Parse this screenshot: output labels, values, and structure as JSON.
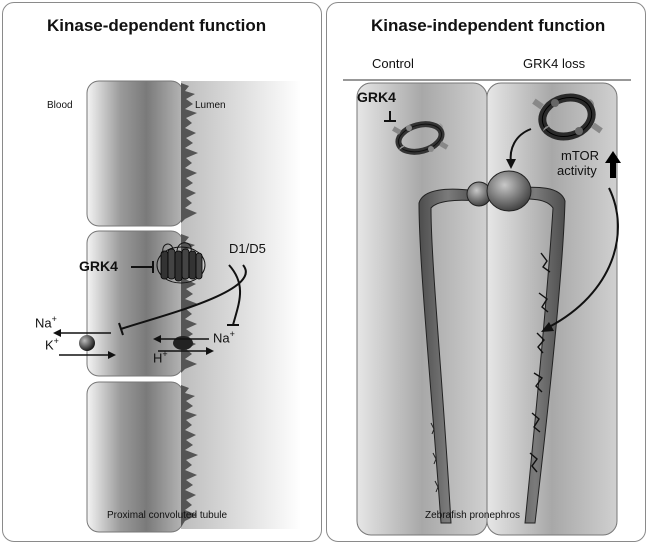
{
  "left_panel": {
    "title": "Kinase-dependent function",
    "blood_label": "Blood",
    "lumen_label": "Lumen",
    "grk4_label": "GRK4",
    "receptor_label": "D1/D5",
    "na_left": "Na",
    "k_label": "K",
    "na_right": "Na",
    "h_label": "H",
    "plus": "+",
    "footer": "Proximal convoluted tubule"
  },
  "right_panel": {
    "title": "Kinase-independent function",
    "control_label": "Control",
    "loss_label": "GRK4 loss",
    "grk4_label": "GRK4",
    "mtor_label": "mTOR",
    "activity_label": "activity",
    "footer": "Zebrafish pronephros"
  }
}
